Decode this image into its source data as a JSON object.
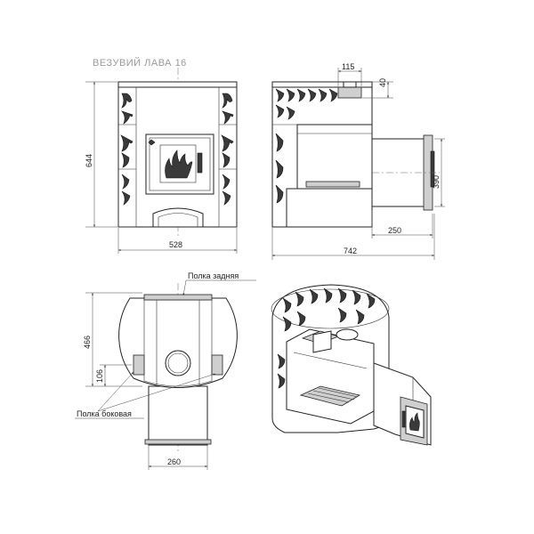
{
  "title": "ВЕЗУВИЙ ЛАВА 16",
  "dimensions": {
    "front_width": "528",
    "front_height": "644",
    "side_top_width": "115",
    "side_top_height": "40",
    "side_tunnel_height": "390",
    "side_tunnel_length": "250",
    "side_total_length": "742",
    "plan_height": "466",
    "plan_shelf_height": "106",
    "plan_tunnel_width": "260"
  },
  "labels": {
    "shelf_back": "Полка задняя",
    "shelf_side": "Полка боковая"
  }
}
